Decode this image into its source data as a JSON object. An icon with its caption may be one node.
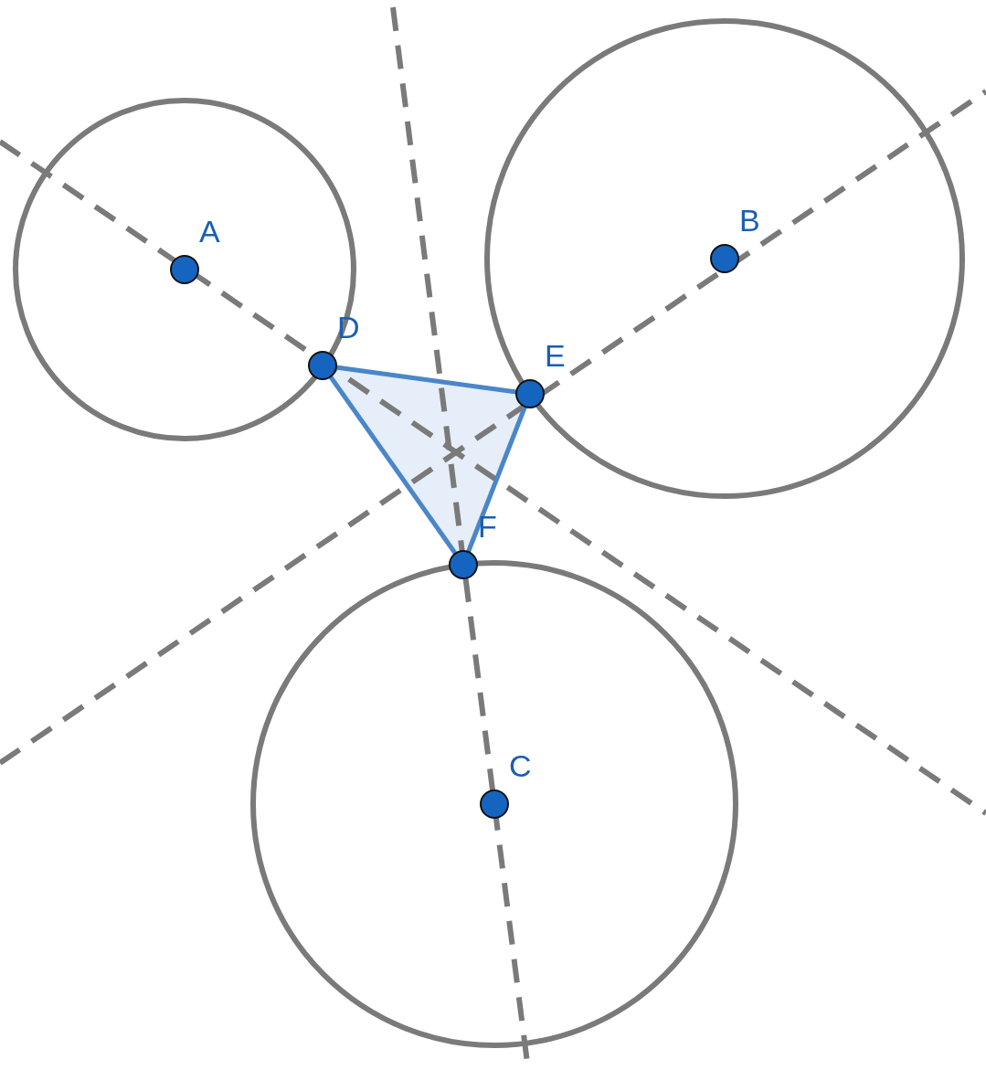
{
  "diagram": {
    "nodes": [
      {
        "text": [
          "A"
        ]
      },
      {
        "text": [
          "B"
        ]
      },
      {
        "text": [
          "C"
        ]
      },
      {
        "text": [
          "D"
        ]
      },
      {
        "text": [
          "E"
        ]
      },
      {
        "text": [
          "F"
        ]
      }
    ],
    "edges": [
      {
        "from": 3,
        "to": 4,
        "arrow": "none"
      },
      {
        "from": 4,
        "to": 5,
        "arrow": "none"
      },
      {
        "from": 5,
        "to": 3,
        "arrow": "none"
      }
    ]
  }
}
